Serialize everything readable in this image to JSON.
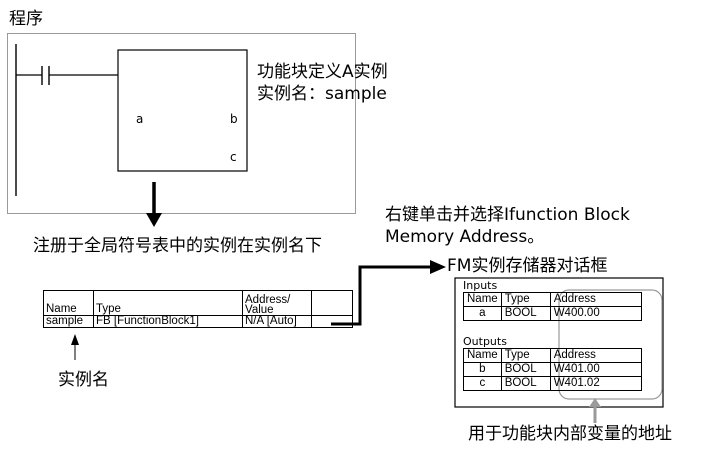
{
  "program_label": "程序",
  "fb": {
    "definition_text": "功能块定义A实例",
    "instance_name_text": "实例名：sample",
    "input_var": "a",
    "output_vars": [
      "b",
      "c"
    ]
  },
  "global_table_note": "注册于全局符号表中的实例在实例名下",
  "global_table": {
    "headers": [
      "Name",
      "Type",
      "Address/\nValue"
    ],
    "row": [
      "sample",
      "FB [FunctionBlock1]",
      "N/A [Auto]"
    ]
  },
  "instance_name_label": "实例名",
  "right_click_note": [
    "右键单击并选择Ifunction Block",
    "Memory Address。"
  ],
  "dialog_title": "FM实例存储器对话框",
  "dialog": {
    "inputs_label": "Inputs",
    "outputs_label": "Outputs",
    "headers": [
      "Name",
      "Type",
      "Address"
    ],
    "inputs": [
      [
        "a",
        "BOOL",
        "W400.00"
      ]
    ],
    "outputs": [
      [
        "b",
        "BOOL",
        "W401.00"
      ],
      [
        "c",
        "BOOL",
        "W401.02"
      ]
    ]
  },
  "address_note": "用于功能块内部变量的地址"
}
